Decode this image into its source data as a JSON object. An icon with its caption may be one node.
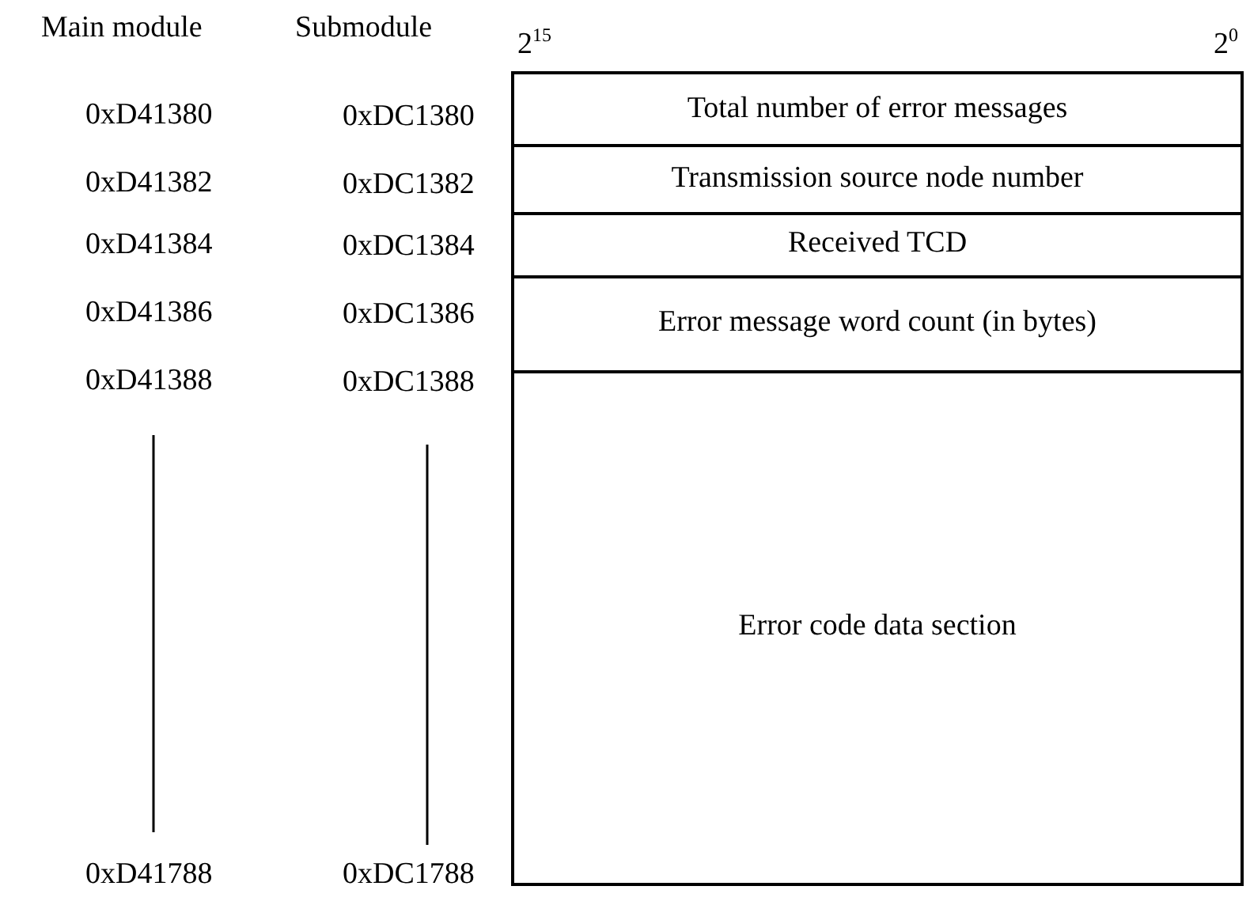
{
  "diagram": {
    "nodes": [
      {
        "text": [
          "Total number of error messages"
        ]
      },
      {
        "text": [
          "Transmission source node number"
        ]
      },
      {
        "text": [
          "Received TCD"
        ]
      },
      {
        "text": [
          "Error message word count (in bytes)"
        ]
      },
      {
        "text": [
          "Error code data section"
        ]
      }
    ],
    "labels": [
      "Main module",
      "Submodule",
      "2$^{15}$",
      "2$^{0}$",
      "0xD41380",
      "0xDC1380",
      "0xD41382",
      "0xDC1382",
      "0xD41384",
      "0xDC1384",
      "0xD41386",
      "0xDC1386",
      "0xD41388",
      "0xDC1388",
      "0xD41788",
      "0xDC1788"
    ]
  }
}
